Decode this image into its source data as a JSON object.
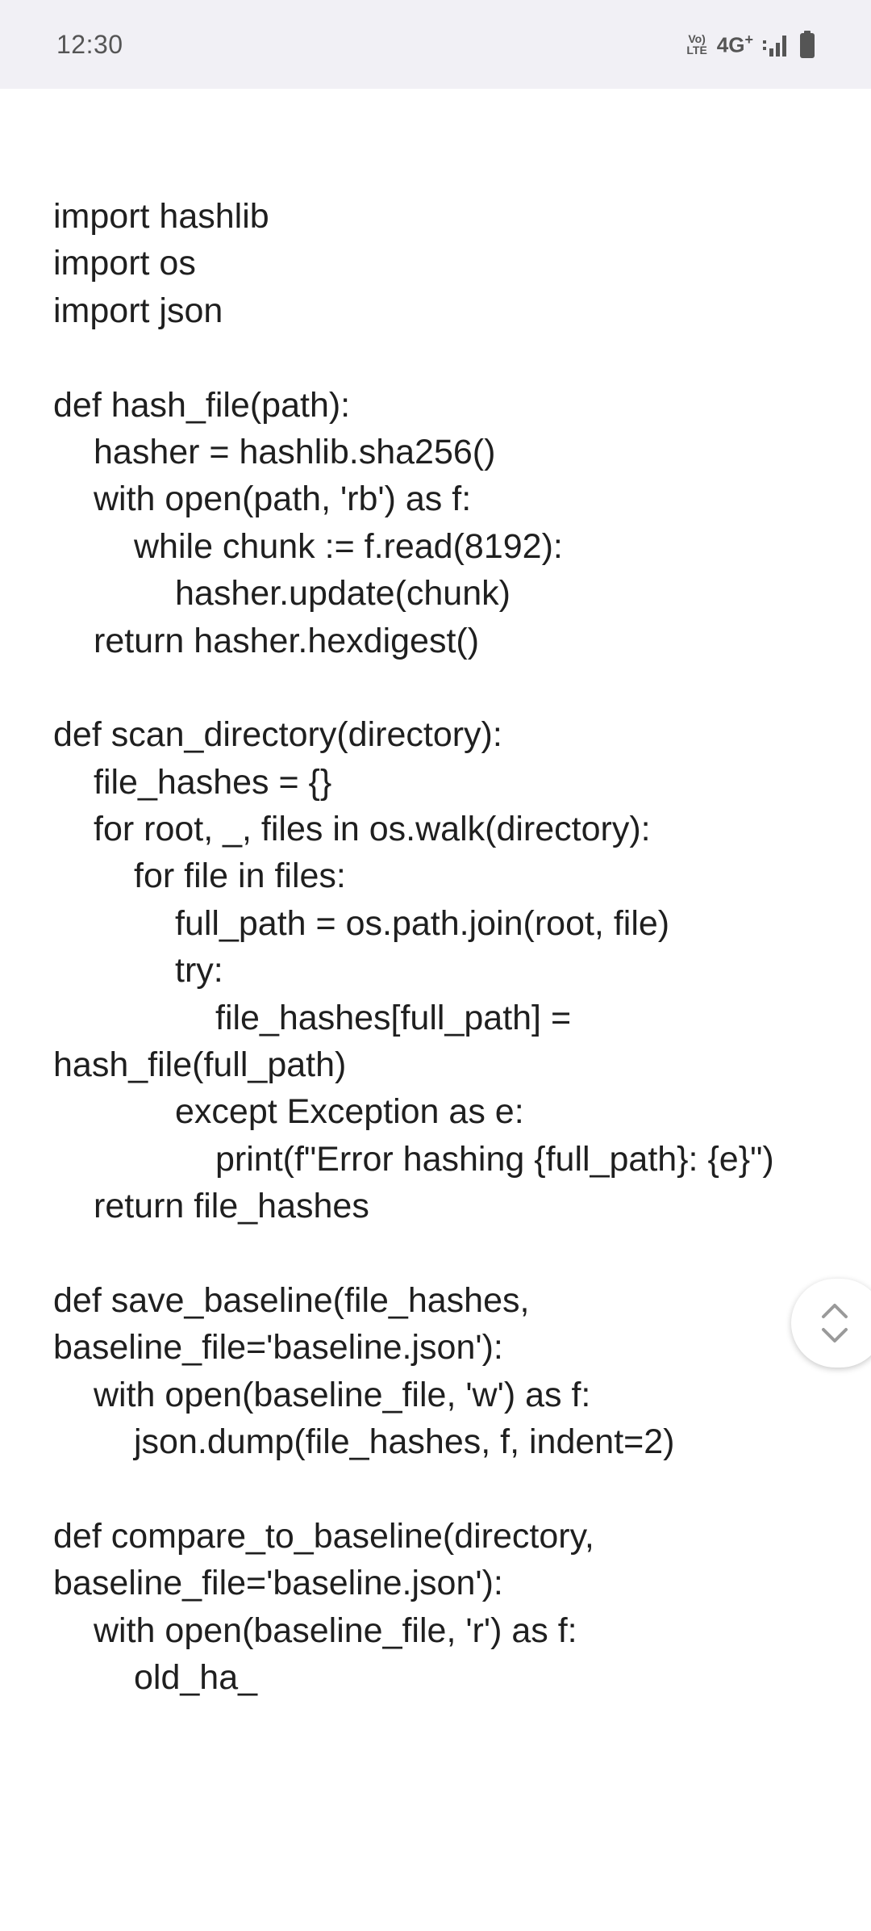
{
  "status_bar": {
    "time": "12:30",
    "volte_top": "Vo)",
    "volte_bottom": "LTE",
    "network": "4G",
    "network_sup": "+",
    "signal_icon": "signal-bars-icon",
    "battery_icon": "battery-icon"
  },
  "code_lines": [
    {
      "indent": 0,
      "text": "import hashlib"
    },
    {
      "indent": 0,
      "text": "import os"
    },
    {
      "indent": 0,
      "text": "import json"
    },
    {
      "indent": 0,
      "text": ""
    },
    {
      "indent": 0,
      "text": "def hash_file(path):"
    },
    {
      "indent": 1,
      "text": "hasher = hashlib.sha256()"
    },
    {
      "indent": 1,
      "text": "with open(path, 'rb') as f:"
    },
    {
      "indent": 2,
      "text": "while chunk := f.read(8192):"
    },
    {
      "indent": 3,
      "text": "hasher.update(chunk)"
    },
    {
      "indent": 1,
      "text": "return hasher.hexdigest()"
    },
    {
      "indent": 0,
      "text": ""
    },
    {
      "indent": 0,
      "text": "def scan_directory(directory):"
    },
    {
      "indent": 1,
      "text": "file_hashes = {}"
    },
    {
      "indent": 1,
      "text": "for root, _, files in os.walk(directory):"
    },
    {
      "indent": 2,
      "text": "for file in files:"
    },
    {
      "indent": 3,
      "text": "full_path = os.path.join(root, file)"
    },
    {
      "indent": 3,
      "text": "try:"
    },
    {
      "indent": 4,
      "text": "file_hashes[full_path] ="
    },
    {
      "indent": 0,
      "text": "hash_file(full_path)"
    },
    {
      "indent": 3,
      "text": "except Exception as e:"
    },
    {
      "indent": 4,
      "text": "print(f\"Error hashing {full_path}: {e}\")"
    },
    {
      "indent": 1,
      "text": "return file_hashes"
    },
    {
      "indent": 0,
      "text": ""
    },
    {
      "indent": 0,
      "text": "def save_baseline(file_hashes,"
    },
    {
      "indent": 0,
      "text": "baseline_file='baseline.json'):"
    },
    {
      "indent": 1,
      "text": "with open(baseline_file, 'w') as f:"
    },
    {
      "indent": 2,
      "text": "json.dump(file_hashes, f, indent=2)"
    },
    {
      "indent": 0,
      "text": ""
    },
    {
      "indent": 0,
      "text": "def compare_to_baseline(directory,"
    },
    {
      "indent": 0,
      "text": "baseline_file='baseline.json'):"
    },
    {
      "indent": 1,
      "text": "with open(baseline_file, 'r') as f:"
    },
    {
      "indent": 2,
      "text": "old_ha_"
    }
  ],
  "scroll_handle": {
    "icon": "chevron-up-down-icon"
  }
}
